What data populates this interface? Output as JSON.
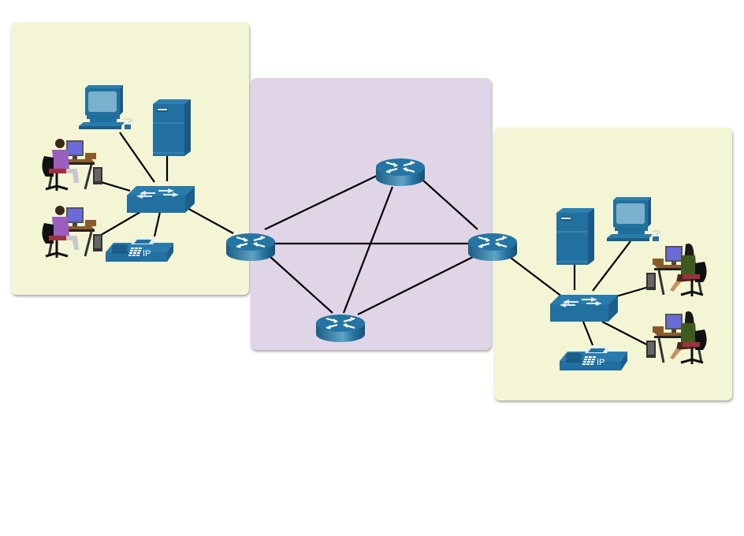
{
  "diagram": {
    "title": "Network topology: two LANs connected via a routed WAN core",
    "colors": {
      "lan_zone": "#f3f5d5",
      "wan_zone": "#e0d5e6",
      "device_blue": "#2270a0",
      "device_dark": "#185a82",
      "device_light": "#7ab0cc",
      "link": "#000000"
    },
    "zones": [
      {
        "id": "lan-left",
        "type": "LAN"
      },
      {
        "id": "wan-core",
        "type": "WAN"
      },
      {
        "id": "lan-right",
        "type": "LAN"
      }
    ],
    "devices": {
      "left_lan": {
        "switch": "switch",
        "server": "server",
        "pc": "desktop-pc",
        "phone": {
          "type": "ip-phone",
          "label": "IP"
        },
        "users": [
          "user-workstation",
          "user-workstation"
        ]
      },
      "right_lan": {
        "switch": "switch",
        "server": "server",
        "pc": "desktop-pc",
        "phone": {
          "type": "ip-phone",
          "label": "IP"
        },
        "users": [
          "user-workstation",
          "user-workstation"
        ]
      },
      "routers": [
        "router-left",
        "router-top",
        "router-right",
        "router-bottom"
      ]
    },
    "links": [
      [
        "left-switch",
        "left-pc"
      ],
      [
        "left-switch",
        "left-server"
      ],
      [
        "left-switch",
        "left-user-1"
      ],
      [
        "left-switch",
        "left-user-2"
      ],
      [
        "left-switch",
        "left-phone"
      ],
      [
        "left-switch",
        "router-left"
      ],
      [
        "router-left",
        "router-top"
      ],
      [
        "router-left",
        "router-right"
      ],
      [
        "router-left",
        "router-bottom"
      ],
      [
        "router-top",
        "router-right"
      ],
      [
        "router-top",
        "router-bottom"
      ],
      [
        "router-bottom",
        "router-right"
      ],
      [
        "router-right",
        "right-switch"
      ],
      [
        "right-switch",
        "right-server"
      ],
      [
        "right-switch",
        "right-pc"
      ],
      [
        "right-switch",
        "right-user-1"
      ],
      [
        "right-switch",
        "right-user-2"
      ],
      [
        "right-switch",
        "right-phone"
      ]
    ]
  }
}
